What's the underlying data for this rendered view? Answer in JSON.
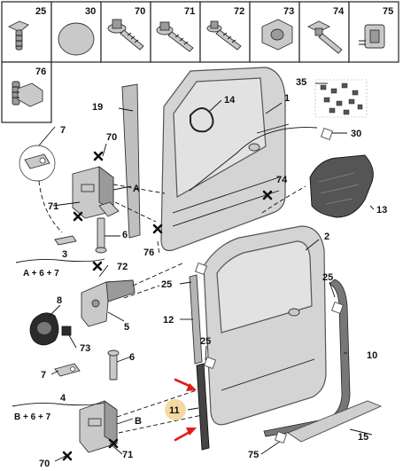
{
  "fastener_table": {
    "row1": [
      {
        "ref": "25"
      },
      {
        "ref": "30"
      },
      {
        "ref": "70"
      },
      {
        "ref": "71"
      },
      {
        "ref": "72"
      },
      {
        "ref": "73"
      },
      {
        "ref": "74"
      },
      {
        "ref": "75"
      }
    ],
    "row2": [
      {
        "ref": "76"
      }
    ]
  },
  "callouts": {
    "c1": "1",
    "c2": "2",
    "c3": "3",
    "c4": "4",
    "c5": "5",
    "c6a": "6",
    "c6b": "6",
    "c7a": "7",
    "c7b": "7",
    "c8": "8",
    "c10": "10",
    "c11": "11",
    "c12": "12",
    "c13": "13",
    "c14": "14",
    "c15": "15",
    "c19": "19",
    "c25a": "25",
    "c25b": "25",
    "c25c": "25",
    "c30": "30",
    "c35": "35",
    "c70a": "70",
    "c70b": "70",
    "c71a": "71",
    "c71b": "71",
    "c72": "72",
    "c73": "73",
    "c74": "74",
    "c75": "75",
    "c76": "76",
    "cA": "A",
    "cB": "B"
  },
  "kits": {
    "kit3": {
      "ref": "3",
      "formula": "A + 6 + 7"
    },
    "kit4": {
      "ref": "4",
      "formula": "B + 6 + 7"
    }
  },
  "highlight": {
    "ref": "11",
    "color": "#f5d9a0",
    "arrow_color": "#e21b1b"
  }
}
